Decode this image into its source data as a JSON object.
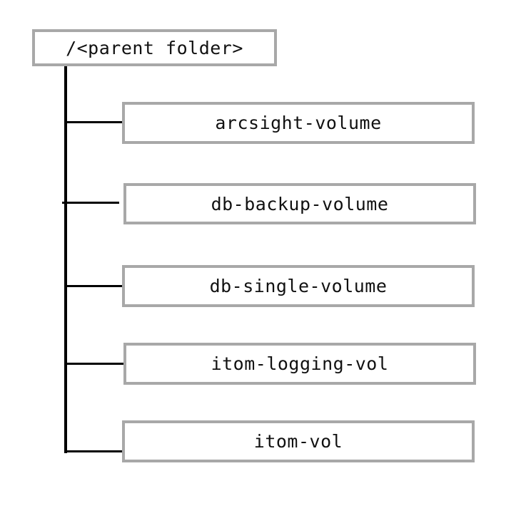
{
  "diagram": {
    "root": {
      "label": "/<parent folder>"
    },
    "children": [
      {
        "label": "arcsight-volume"
      },
      {
        "label": "db-backup-volume"
      },
      {
        "label": "db-single-volume"
      },
      {
        "label": "itom-logging-vol"
      },
      {
        "label": "itom-vol"
      }
    ]
  },
  "colors": {
    "box_border": "#a8a8a8",
    "line": "#000000",
    "text": "#111111",
    "background": "#ffffff"
  }
}
